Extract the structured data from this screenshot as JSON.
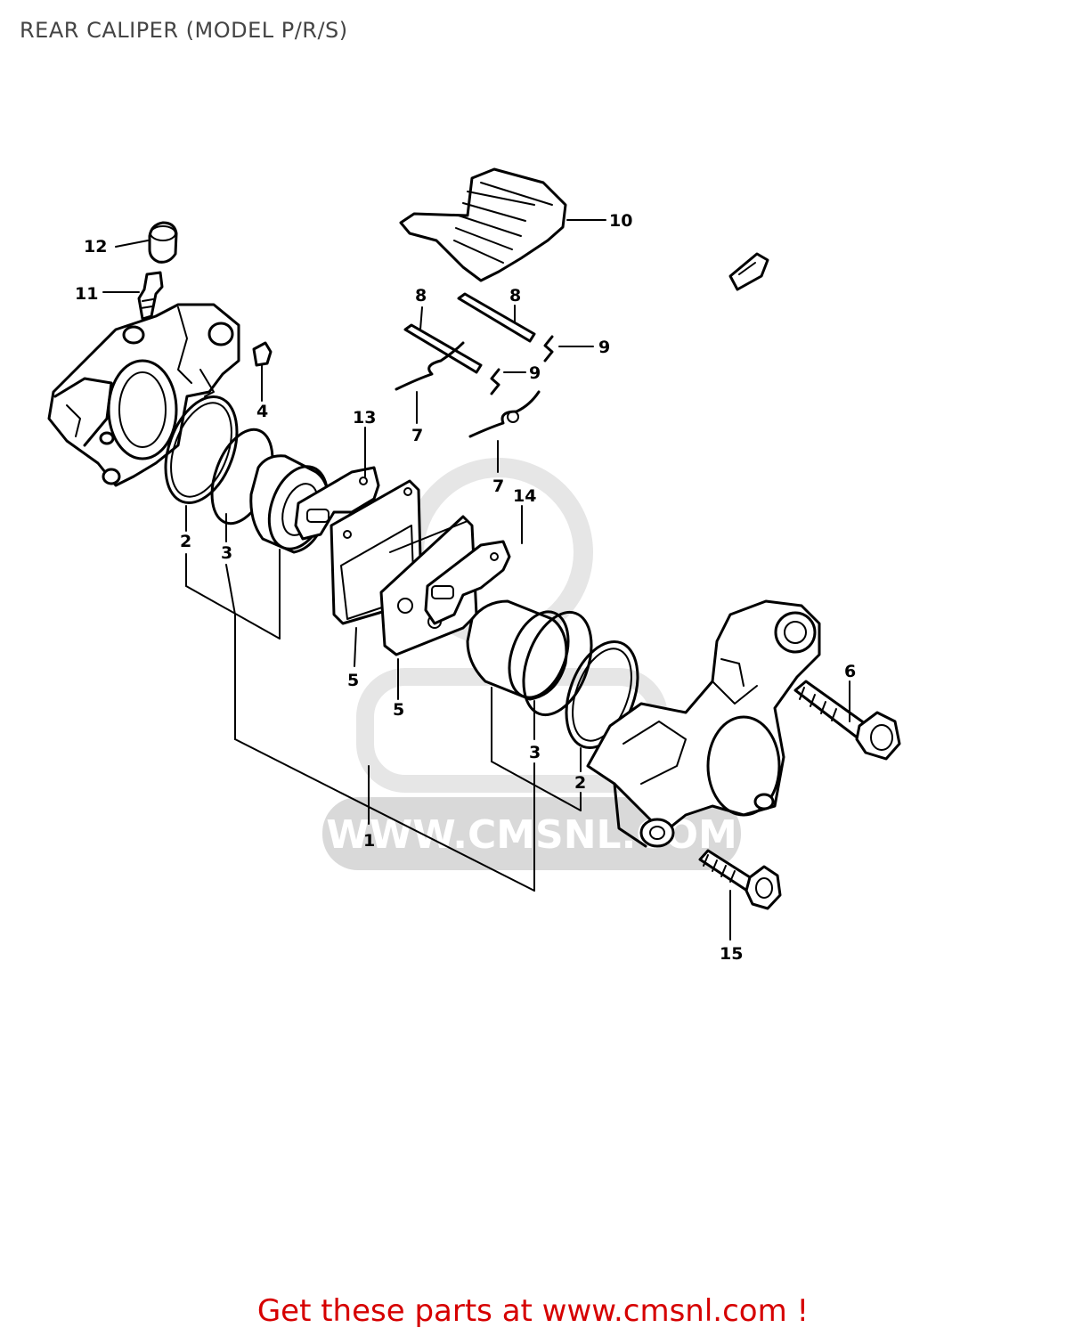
{
  "title": "REAR CALIPER (MODEL P/R/S)",
  "watermark": {
    "text": "WWW.CMSNL.COM",
    "color": "#d9d9d9"
  },
  "callouts": {
    "c1": "1",
    "c2a": "2",
    "c2b": "2",
    "c3a": "3",
    "c3b": "3",
    "c4": "4",
    "c5a": "5",
    "c5b": "5",
    "c6": "6",
    "c7a": "7",
    "c7b": "7",
    "c8a": "8",
    "c8b": "8",
    "c9a": "9",
    "c9b": "9",
    "c10": "10",
    "c11": "11",
    "c12": "12",
    "c13": "13",
    "c14": "14",
    "c15": "15"
  },
  "footer": {
    "text": "Get these parts at www.cmsnl.com !",
    "color": "#d60000"
  }
}
